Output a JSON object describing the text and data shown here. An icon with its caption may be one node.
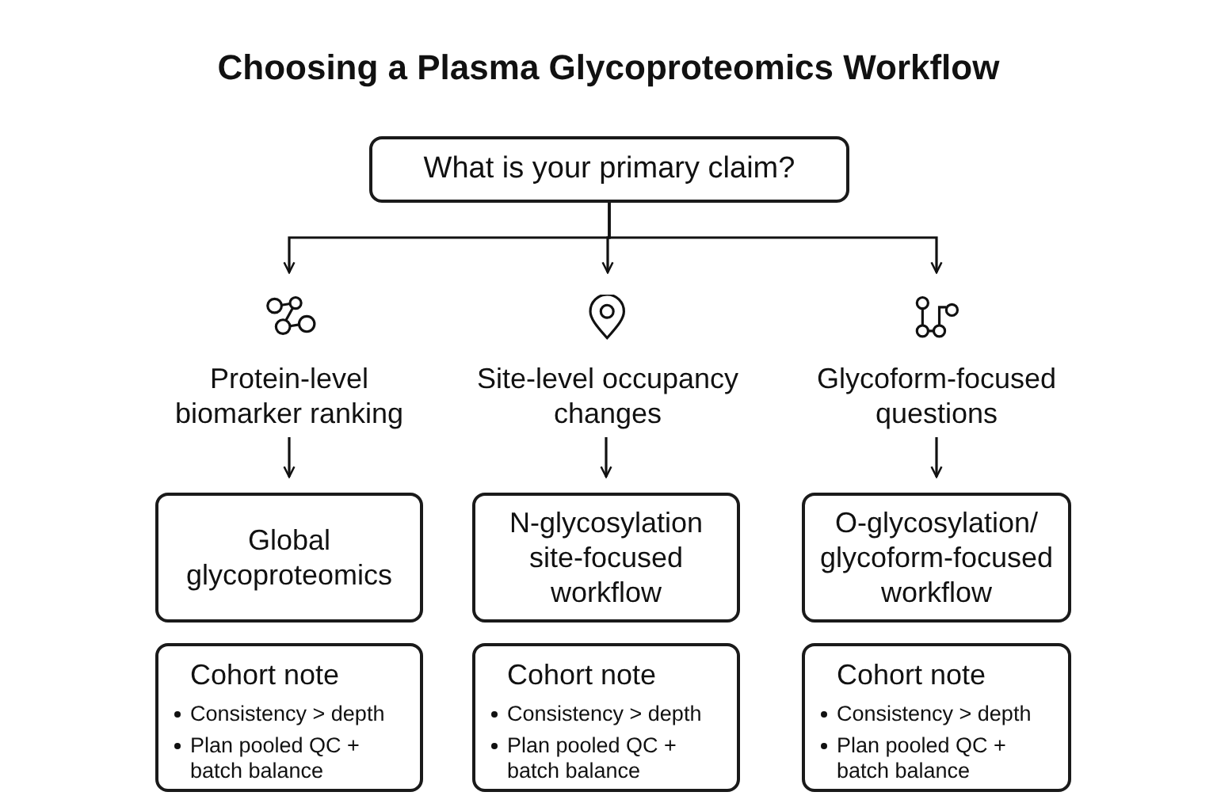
{
  "diagram": {
    "title": "Choosing a Plasma Glycoproteomics Workflow",
    "nodes": [
      {
        "text": [
          "What is your primary claim?"
        ]
      },
      {
        "text": [
          "Protein-level biomarker ranking"
        ]
      },
      {
        "text": [
          "Site-level occupancy changes"
        ]
      },
      {
        "text": [
          "Glycoform-focused questions"
        ]
      },
      {
        "text": [
          "Global glycoproteomics"
        ]
      },
      {
        "text": [
          "N-glycosylation site-focused workflow"
        ]
      },
      {
        "text": [
          "O-glycosylation/ glycoform-focused workflow"
        ]
      },
      {
        "text": [
          "Cohort note",
          "Consistency > depth",
          "Plan pooled QC + batch balance"
        ]
      },
      {
        "text": [
          "Cohort note",
          "Consistency > depth",
          "Plan pooled QC + batch balance"
        ]
      },
      {
        "text": [
          "Cohort note",
          "Consistency > depth",
          "Plan pooled QC + batch balance"
        ]
      }
    ],
    "edges": [
      {
        "from": 0,
        "to": 1,
        "arrow": "to"
      },
      {
        "from": 0,
        "to": 2,
        "arrow": "to"
      },
      {
        "from": 0,
        "to": 3,
        "arrow": "to"
      },
      {
        "from": 1,
        "to": 4,
        "arrow": "to"
      },
      {
        "from": 2,
        "to": 5,
        "arrow": "to"
      },
      {
        "from": 3,
        "to": 6,
        "arrow": "to"
      }
    ]
  }
}
